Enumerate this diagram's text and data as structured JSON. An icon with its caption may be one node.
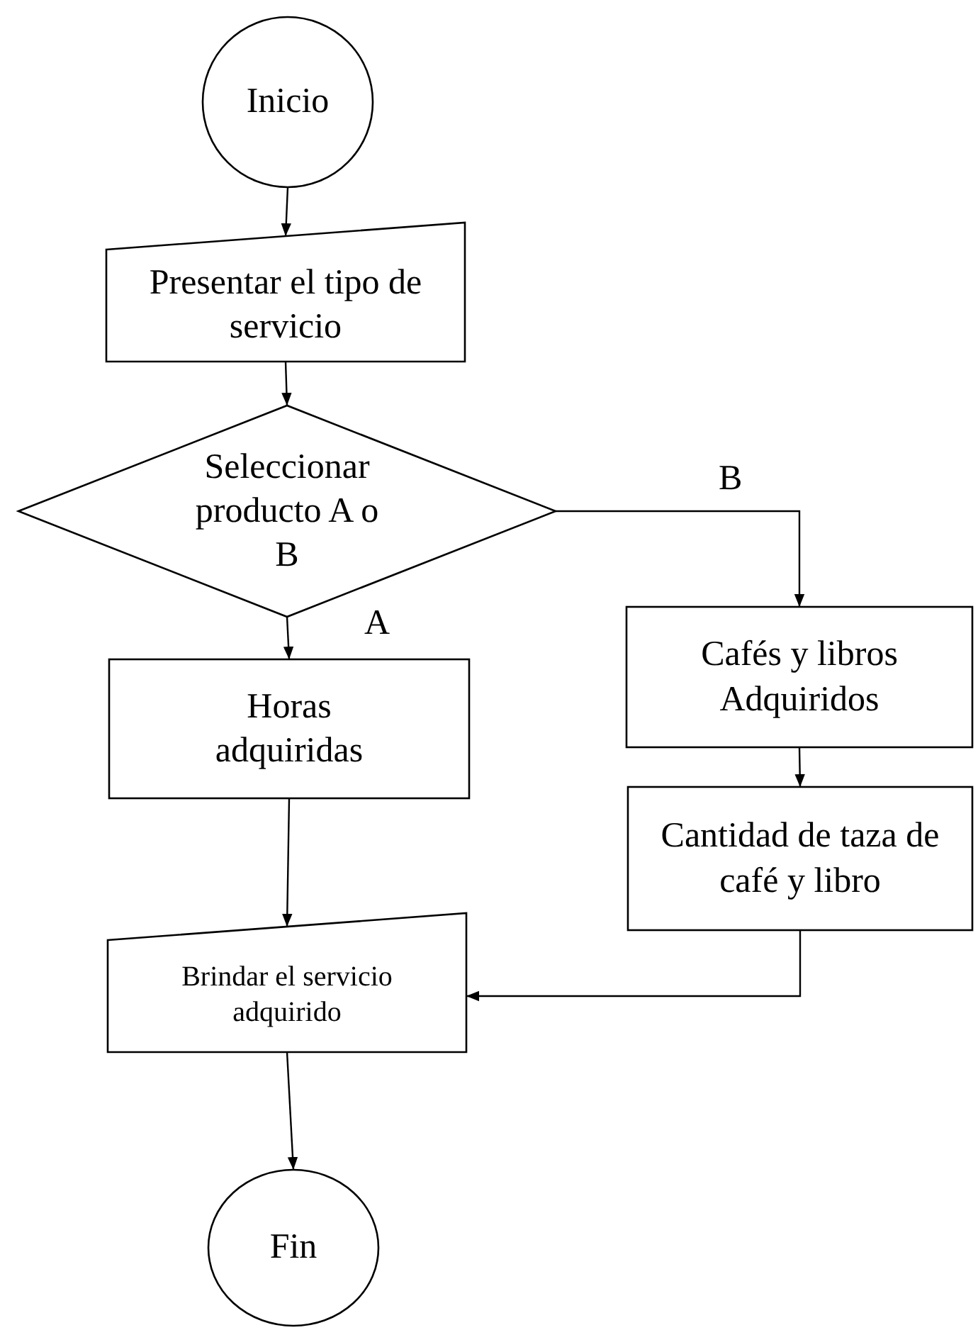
{
  "diagram": {
    "nodes": [
      {
        "text": [
          "Inicio"
        ]
      },
      {
        "text": [
          "Presentar el tipo de servicio"
        ]
      },
      {
        "text": [
          "Seleccionar producto A o B"
        ]
      },
      {
        "text": [
          "Horas adquiridas"
        ]
      },
      {
        "text": [
          "Cafés y libros Adquiridos"
        ]
      },
      {
        "text": [
          "Cantidad de taza de café y libro"
        ]
      },
      {
        "text": [
          "Brindar el servicio adquirido"
        ]
      },
      {
        "text": [
          "Fin"
        ]
      }
    ],
    "edges": [
      {
        "from": 0,
        "to": 1,
        "arrow": "to"
      },
      {
        "from": 1,
        "to": 2,
        "arrow": "to"
      },
      {
        "from": 2,
        "to": 3,
        "arrow": "to",
        "label": "A"
      },
      {
        "from": 2,
        "to": 4,
        "arrow": "to",
        "label": "B"
      },
      {
        "from": 3,
        "to": 6,
        "arrow": "to"
      },
      {
        "from": 4,
        "to": 5,
        "arrow": "to"
      },
      {
        "from": 5,
        "to": 6,
        "arrow": "to"
      },
      {
        "from": 6,
        "to": 7,
        "arrow": "to"
      }
    ]
  }
}
